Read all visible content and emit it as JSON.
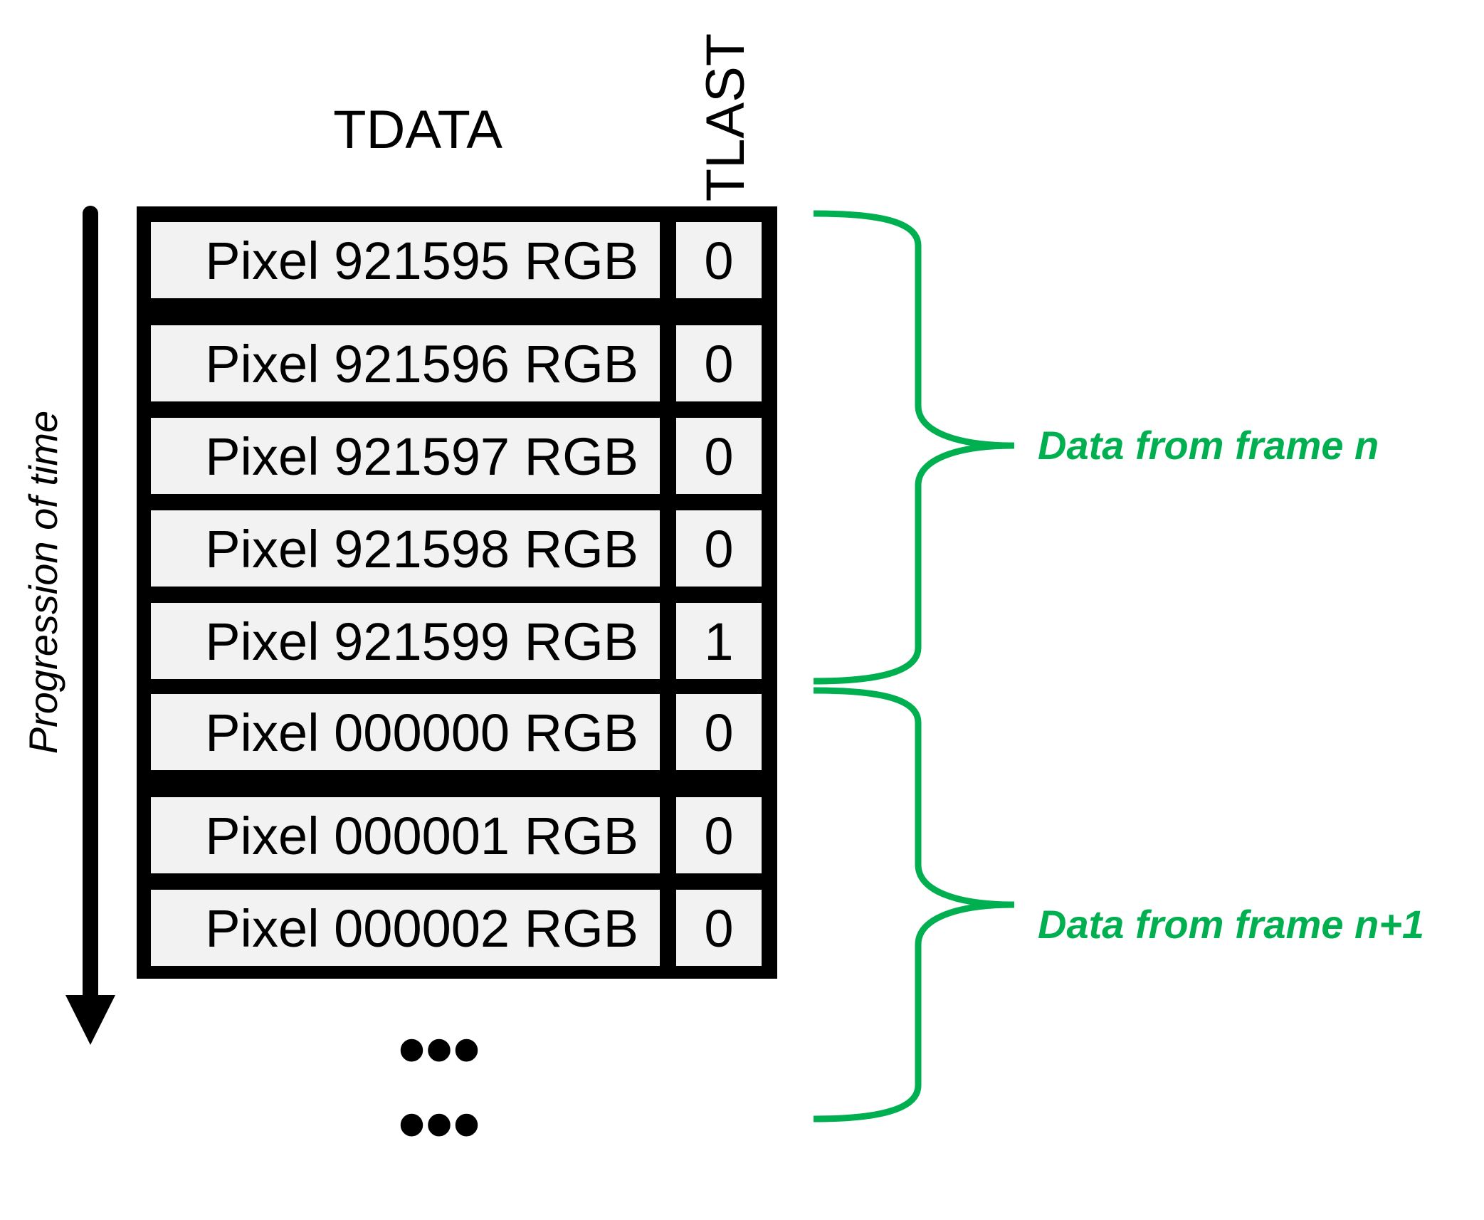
{
  "headers": {
    "tdata": "TDATA",
    "tlast": "TLAST"
  },
  "time_axis": {
    "label": "Progression of time"
  },
  "rows": [
    {
      "tdata": "Pixel 921595 RGB",
      "tlast": "0"
    },
    {
      "tdata": "Pixel 921596 RGB",
      "tlast": "0"
    },
    {
      "tdata": "Pixel 921597 RGB",
      "tlast": "0"
    },
    {
      "tdata": "Pixel 921598 RGB",
      "tlast": "0"
    },
    {
      "tdata": "Pixel 921599 RGB",
      "tlast": "1"
    },
    {
      "tdata": "Pixel 000000 RGB",
      "tlast": "0"
    },
    {
      "tdata": "Pixel 000001 RGB",
      "tlast": "0"
    },
    {
      "tdata": "Pixel 000002 RGB",
      "tlast": "0"
    }
  ],
  "continuation": [
    "•••",
    "•••"
  ],
  "groups": [
    {
      "label": "Data from frame n"
    },
    {
      "label": "Data from frame n+1"
    }
  ],
  "colors": {
    "brace": "#00b050",
    "cell_fill": "#f2f2f2",
    "border": "#000000"
  }
}
